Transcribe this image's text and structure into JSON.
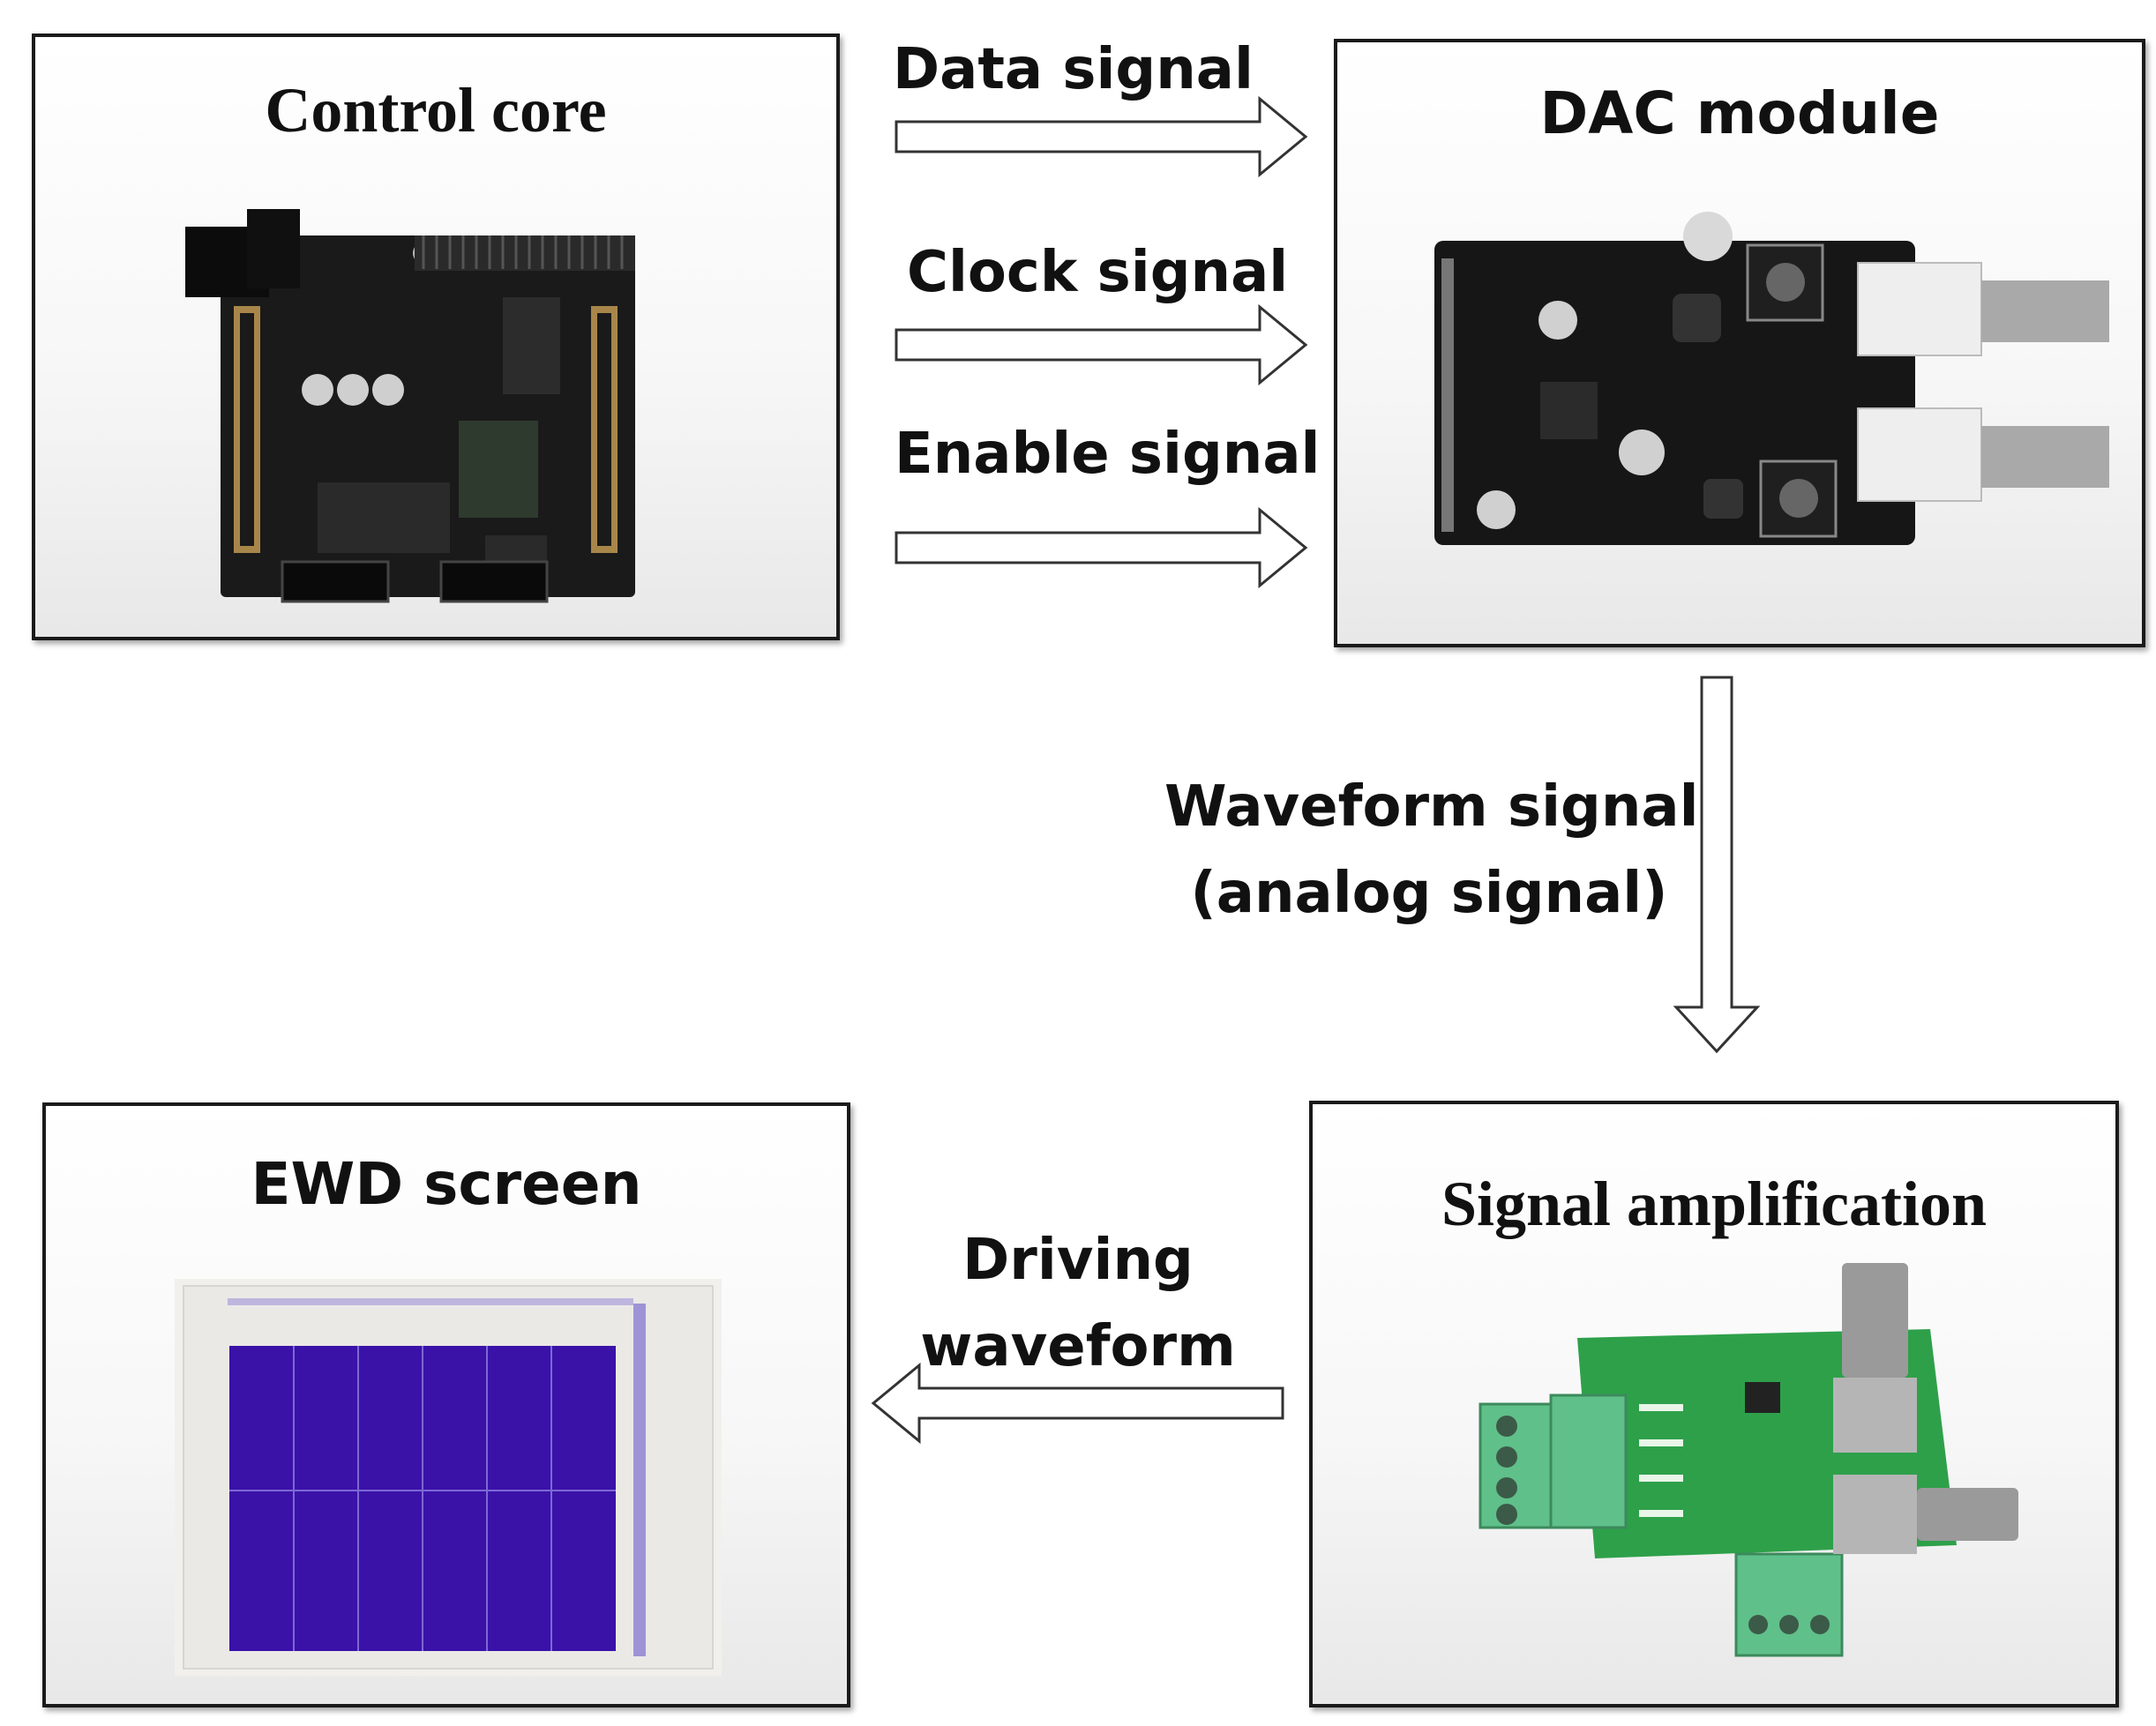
{
  "blocks": {
    "control_core": {
      "title": "Control core"
    },
    "dac_module": {
      "title": "DAC module"
    },
    "signal_amplification": {
      "title": "Signal amplification"
    },
    "ewd_screen": {
      "title": "EWD screen"
    }
  },
  "connections": {
    "data_signal": {
      "label": "Data signal"
    },
    "clock_signal": {
      "label": "Clock signal"
    },
    "enable_signal": {
      "label": "Enable signal"
    },
    "waveform_signal": {
      "line1": "Waveform signal",
      "line2": "(analog signal)"
    },
    "driving_waveform": {
      "line1": "Driving",
      "line2": "waveform"
    }
  },
  "colors": {
    "pcb_black": "#161616",
    "pcb_green": "#2ea04a",
    "terminal_green": "#5fc08a",
    "ewd_purple": "#3a12a8",
    "bnc_white": "#eeeeee"
  }
}
